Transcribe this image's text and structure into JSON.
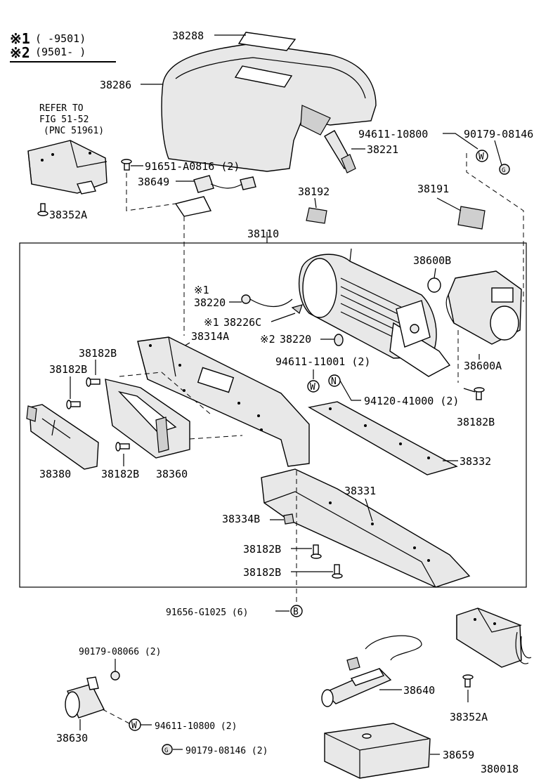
{
  "legend": {
    "line1_mark": "※1",
    "line1_range": "(     -9501)",
    "line2_mark": "※2",
    "line2_range": "(9501-      )"
  },
  "refer": {
    "line1": "REFER TO",
    "line2": "FIG 51-52",
    "line3": "(PNC 51961)"
  },
  "labels": {
    "p38288": "38288",
    "p38286": "38286",
    "p94611_10800_top": "94611-10800",
    "p90179_08146_top": "90179-08146",
    "p38221": "38221",
    "p91651": "91651-A0816 (2)",
    "p38649": "38649",
    "p38352A_top": "38352A",
    "p38192": "38192",
    "p38191": "38191",
    "p38110": "38110",
    "p38600B": "38600B",
    "mark1_a": "※1",
    "p38220_a": "38220",
    "mark1_b": "※1",
    "p38226C": "38226C",
    "mark2": "※2",
    "p38220_b": "38220",
    "p38314A": "38314A",
    "p38182B_1": "38182B",
    "p38182B_2": "38182B",
    "p94611_11001": "94611-11001 (2)",
    "p38600A": "38600A",
    "p94120": "94120-41000 (2)",
    "p38182B_3": "38182B",
    "p38332": "38332",
    "p38380": "38380",
    "p38182B_4": "38182B",
    "p38360": "38360",
    "p38331": "38331",
    "p38334B": "38334B",
    "p38182B_5": "38182B",
    "p38182B_6": "38182B",
    "p91656": "91656-G1025 (6)",
    "p90179_08066": "90179-08066 (2)",
    "p38640": "38640",
    "p38352A_bot": "38352A",
    "p38630": "38630",
    "p94611_10800_bot": "94611-10800 (2)",
    "p90179_08146_bot": "90179-08146 (2)",
    "p38659": "38659",
    "figure_code": "380018"
  },
  "symbols": {
    "W": "W",
    "N": "N",
    "B": "B",
    "nut": "G"
  }
}
